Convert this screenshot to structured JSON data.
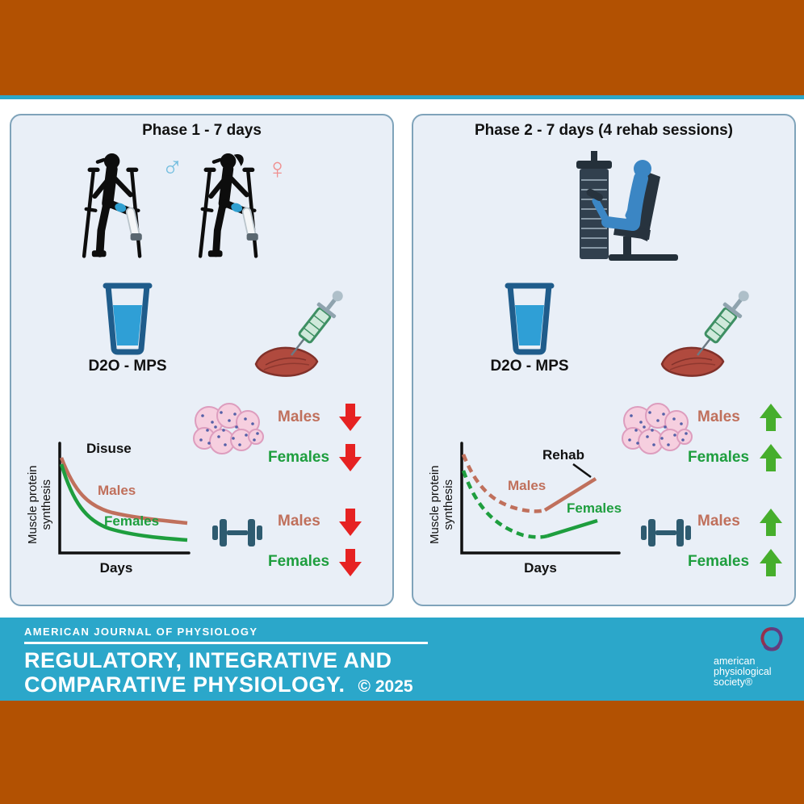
{
  "colors": {
    "background_orange": "#b25102",
    "banner_teal": "#2ba7ca",
    "panel_fill": "#e9eff7",
    "panel_border": "#7fa3ba",
    "males": "#c0705c",
    "females": "#1e9e3e",
    "down_arrow": "#e62222",
    "up_arrow": "#46ae2c",
    "male_symbol": "#74bedf",
    "female_symbol": "#f09090"
  },
  "panel1": {
    "title": "Phase 1 - 7 days",
    "male_symbol": "♂",
    "female_symbol": "♀",
    "tracer_label": "D2O - MPS",
    "chart": {
      "annotation": "Disuse",
      "ylabel_line1": "Muscle protein",
      "ylabel_line2": "synthesis",
      "xlabel": "Days",
      "males_label": "Males",
      "females_label": "Females"
    },
    "histology": {
      "males_label": "Males",
      "males_arrow": "down",
      "females_label": "Females",
      "females_arrow": "down"
    },
    "strength": {
      "males_label": "Males",
      "males_arrow": "down",
      "females_label": "Females",
      "females_arrow": "down"
    }
  },
  "panel2": {
    "title": "Phase 2 - 7 days (4 rehab sessions)",
    "tracer_label": "D2O - MPS",
    "chart": {
      "annotation": "Rehab",
      "ylabel_line1": "Muscle protein",
      "ylabel_line2": "synthesis",
      "xlabel": "Days",
      "males_label": "Males",
      "females_label": "Females"
    },
    "histology": {
      "males_label": "Males",
      "males_arrow": "up",
      "females_label": "Females",
      "females_arrow": "up"
    },
    "strength": {
      "males_label": "Males",
      "males_arrow": "up",
      "females_label": "Females",
      "females_arrow": "up"
    }
  },
  "banner": {
    "journal": "AMERICAN JOURNAL OF PHYSIOLOGY",
    "title_line1": "REGULATORY, INTEGRATIVE AND",
    "title_line2": "COMPARATIVE PHYSIOLOGY.",
    "copyright": "© 2025",
    "society_line1": "american",
    "society_line2": "physiological",
    "society_line3": "society®"
  },
  "chart_data": [
    {
      "type": "line",
      "panel": "Phase 1 - 7 days",
      "annotation": "Disuse",
      "xlabel": "Days",
      "ylabel": "Muscle protein synthesis",
      "x_days": [
        0,
        1,
        2,
        3,
        4,
        5,
        6,
        7
      ],
      "units": "relative (schematic curves, no numeric ticks shown)",
      "grid": false,
      "legend_position": "inline labels on curves",
      "series": [
        {
          "name": "Males",
          "color": "#c0705c",
          "style": "solid decline",
          "values": [
            100,
            62,
            48,
            41,
            37,
            34,
            32,
            31
          ]
        },
        {
          "name": "Females",
          "color": "#1e9e3e",
          "style": "solid decline (steeper)",
          "values": [
            100,
            50,
            34,
            26,
            22,
            19,
            17,
            16
          ]
        }
      ]
    },
    {
      "type": "line",
      "panel": "Phase 2 - 7 days (4 rehab sessions)",
      "annotation": "Rehab",
      "xlabel": "Days",
      "ylabel": "Muscle protein synthesis",
      "x_days": [
        0,
        1,
        2,
        3,
        4,
        5,
        6,
        7
      ],
      "units": "relative (schematic curves, no numeric ticks shown)",
      "grid": false,
      "legend_position": "inline labels on curves",
      "series": [
        {
          "name": "Males",
          "color": "#c0705c",
          "style": "dashed decline then solid rise after rehab",
          "values": [
            95,
            58,
            44,
            38,
            36,
            42,
            56,
            72
          ]
        },
        {
          "name": "Females",
          "color": "#1e9e3e",
          "style": "dashed decline then solid rise after rehab",
          "values": [
            85,
            46,
            30,
            22,
            20,
            22,
            28,
            36
          ]
        }
      ]
    }
  ]
}
